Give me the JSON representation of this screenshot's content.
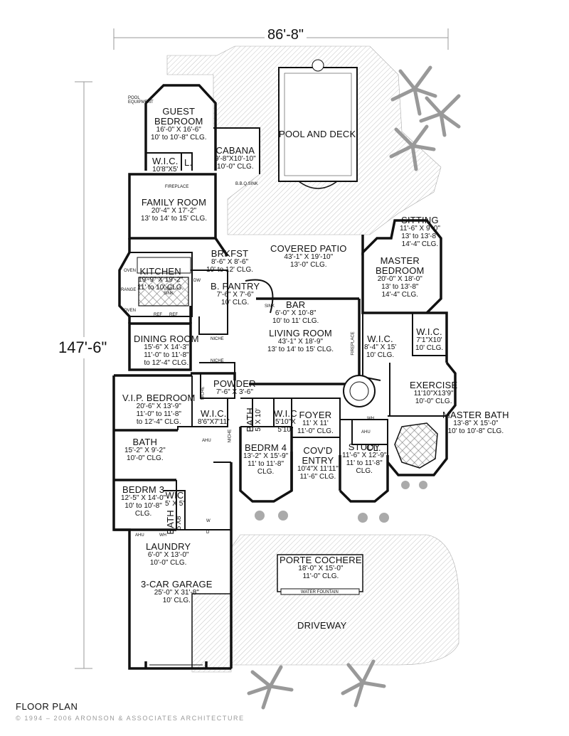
{
  "dimensions": {
    "width": "86'-8\"",
    "depth": "147'-6\""
  },
  "rooms": {
    "pool_deck": {
      "name": "POOL AND DECK"
    },
    "guest_bedroom": {
      "name": "GUEST\nBEDROOM",
      "d1": "16'-0\" X 16'-6\"",
      "d2": "10' to 10'-8\" CLG."
    },
    "guest_wic": {
      "name": "W.I.C.",
      "d1": "10'8\"X5'"
    },
    "guest_l": {
      "name": "L."
    },
    "cabana": {
      "name": "CABANA",
      "d1": "9'-8\"X10'-10\"",
      "d2": "10'-0\" CLG."
    },
    "family_room": {
      "name": "FAMILY ROOM",
      "d1": "20'-4\" X 17'-2\"",
      "d2": "13' to 14' to 15' CLG."
    },
    "covered_patio": {
      "name": "COVERED PATIO",
      "d1": "43'-1\" X 19'-10\"",
      "d2": "13'-0\" CLG."
    },
    "brkfst": {
      "name": "BRKFST",
      "d1": "8'-6\" X 8'-6\"",
      "d2": "10' to 12' CLG."
    },
    "kitchen": {
      "name": "KITCHEN",
      "d1": "19'-9\" X 19'-2\"",
      "d2": "11' to 10' CLG."
    },
    "b_pantry": {
      "name": "B. PANTRY",
      "d1": "7'-6\" X 7'-6\"",
      "d2": "10' CLG."
    },
    "bar": {
      "name": "BAR",
      "d1": "6'-0\" X 10'-8\"",
      "d2": "10' to 11' CLG."
    },
    "sitting": {
      "name": "SITTING",
      "d1": "11'-6\" X 9'-0\"",
      "d2": "13' to 13'-8\"",
      "d3": "14'-4\" CLG."
    },
    "master_bedroom": {
      "name": "MASTER\nBEDROOM",
      "d1": "20'-0\" X 18'-0\"",
      "d2": "13' to 13'-8\"",
      "d3": "14'-4\" CLG."
    },
    "living_room": {
      "name": "LIVING ROOM",
      "d1": "43'-1\" X 18'-9\"",
      "d2": "13' to 14' to 15' CLG."
    },
    "wic_1": {
      "name": "W.I.C.",
      "d1": "8'-4\" X 15'",
      "d2": "10' CLG."
    },
    "wic_2": {
      "name": "W.I.C.",
      "d1": "7'1\"X10'",
      "d2": "10' CLG."
    },
    "dining_room": {
      "name": "DINING ROOM",
      "d1": "15'-6\" X 14'-3\"",
      "d2": "11'-0\" to 11'-8\"",
      "d3": "to 12'-4\" CLG."
    },
    "exercise": {
      "name": "EXERCISE",
      "d1": "11'10\"X13'9\"",
      "d2": "10'-0\" CLG."
    },
    "powder": {
      "name": "POWDER",
      "d1": "7'-6\" X 3'-6\""
    },
    "vip_bedroom": {
      "name": "V.I.P. BEDROOM",
      "d1": "20'-6\" X 13'-9\"",
      "d2": "11'-0\" to 11'-8\"",
      "d3": "to 12'-4\" CLG."
    },
    "vip_wic": {
      "name": "W.I.C.",
      "d1": "8'6\"X7'11\""
    },
    "bath_5x10": {
      "name": "BATH",
      "d1": "5' X 10'"
    },
    "wic_small": {
      "name": "W.I.C",
      "d1": "5'10\"X",
      "d2": "5'10\""
    },
    "foyer": {
      "name": "FOYER",
      "d1": "11' X 11'",
      "d2": "11'-0\" CLG."
    },
    "master_bath": {
      "name": "MASTER BATH",
      "d1": "13'-8\" X 15'-0\"",
      "d2": "10' to 10'-8\" CLG."
    },
    "bath_vip": {
      "name": "BATH",
      "d1": "15'-2\" X 9'-2\"",
      "d2": "10'-0\" CLG."
    },
    "cl": {
      "name": "CL."
    },
    "bedrm4": {
      "name": "BEDRM 4",
      "d1": "13'-2\" X 15'-9\"",
      "d2": "11' to 11'-8\"",
      "d3": "CLG."
    },
    "covd_entry": {
      "name": "COV'D\nENTRY",
      "d1": "10'4\"X 11'11\"",
      "d2": "11'-6\" CLG."
    },
    "study": {
      "name": "STUDY",
      "d1": "11'-6\" X 12'-9\"",
      "d2": "11' to 11'-8\"",
      "d3": "CLG."
    },
    "bedrm3": {
      "name": "BEDRM 3",
      "d1": "12'-5\" X 14'-0\"",
      "d2": "10' to 10'-8\"",
      "d3": "CLG."
    },
    "wic_3": {
      "name": "WIC",
      "d1": "5' X 5'"
    },
    "bath_3": {
      "name": "BATH",
      "d1": "5'X8'"
    },
    "laundry": {
      "name": "LAUNDRY",
      "d1": "6'-0\" X 13'-0\"",
      "d2": "10'-0\" CLG."
    },
    "porte_cochere": {
      "name": "PORTE COCHERE",
      "d1": "18'-0\" X 15'-0\"",
      "d2": "11'-0\" CLG."
    },
    "garage": {
      "name": "3-CAR GARAGE",
      "d1": "25'-0\" X 31'-8\"",
      "d2": "10' CLG."
    },
    "driveway": {
      "name": "DRIVEWAY"
    }
  },
  "tags": {
    "pool_equipment": "POOL\nEQUIPMENT",
    "fireplace_top": "FIREPLACE",
    "fireplace_side": "FIREPLACE",
    "bbq_sink": "B.B.Q.SINK",
    "water_fountain": "WATER FOUNTAIN",
    "oven1": "OVEN",
    "oven2": "OVEN",
    "range": "RANGE",
    "veg_sink": "VEG\nSINK",
    "dw": "DW",
    "ref1": "REF",
    "ref2": "REF",
    "sink": "SINK",
    "niche1": "NICHE",
    "niche2": "NICHE",
    "niche3": "NICHE",
    "niche4": "NICHE",
    "ahu1": "AHU",
    "ahu2": "AHU",
    "ahu3": "AHU",
    "wh1": "WH",
    "wh2": "WH",
    "w": "W",
    "d": "D"
  },
  "footer": {
    "title": "FLOOR PLAN",
    "copyright": "© 1994 – 2006 ARONSON & ASSOCIATES ARCHITECTURE"
  },
  "colors": {
    "wall": "#111111",
    "hatch": "#9a9a9a",
    "background": "#ffffff"
  }
}
